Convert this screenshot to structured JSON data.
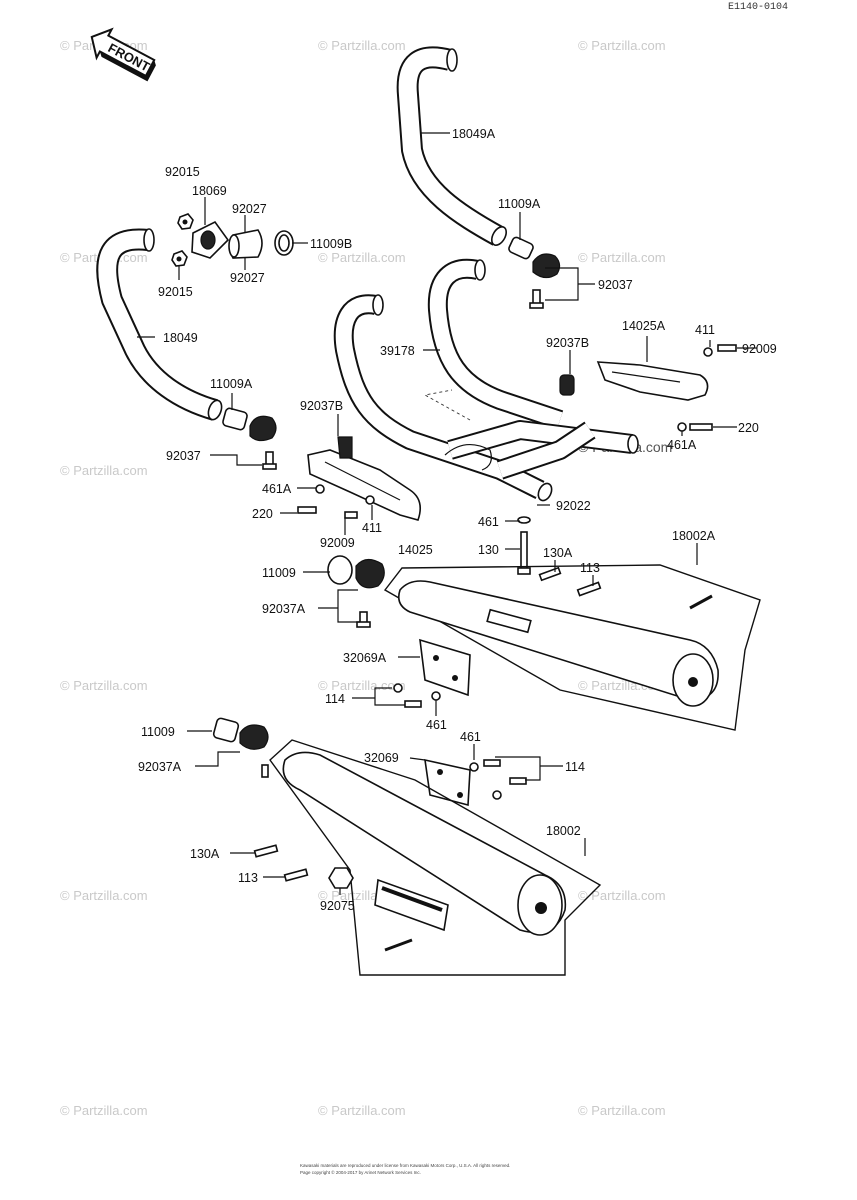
{
  "diagram_ref": "E1140-0104",
  "front_label": "FRONT",
  "watermark": "© Partzilla.com",
  "copyright_line1": "Kawasaki materials are reproduced under license from Kawasaki Motors Corp., U.S.A. All rights reserved.",
  "copyright_line2": "Page copyright © 2004-2017 by Arinet Network Services Inc.",
  "callouts": {
    "c18049A": "18049A",
    "c11009A_top": "11009A",
    "c92037_top": "92037",
    "c92015_top": "92015",
    "c18069": "18069",
    "c92027_top": "92027",
    "c11009B": "11009B",
    "c92027_bot": "92027",
    "c92015_bot": "92015",
    "c18049": "18049",
    "c39178": "39178",
    "c14025A": "14025A",
    "c411_right": "411",
    "c92009_right": "92009",
    "c92037B_right": "92037B",
    "c11009A_left": "11009A",
    "c92037B_left": "92037B",
    "c92037_left": "92037",
    "c461A_right": "461A",
    "c220_right": "220",
    "c461A_left": "461A",
    "c220_left": "220",
    "c411_left": "411",
    "c92009_left": "92009",
    "c14025": "14025",
    "c92022": "92022",
    "c461_mid": "461",
    "c130": "130",
    "c130A_top": "130A",
    "c113_top": "113",
    "c18002A": "18002A",
    "c11009_mid": "11009",
    "c92037A_mid": "92037A",
    "c32069A": "32069A",
    "c114_mid": "114",
    "c461_bracket": "461",
    "c11009_bot": "11009",
    "c92037A_bot": "92037A",
    "c32069": "32069",
    "c461_low": "461",
    "c114_low": "114",
    "c18002": "18002",
    "c130A_bot": "130A",
    "c113_bot": "113",
    "c92075": "92075"
  }
}
